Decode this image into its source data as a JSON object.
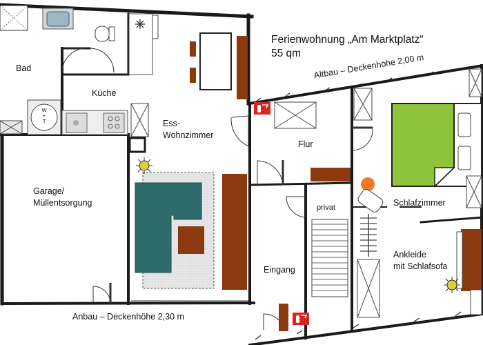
{
  "title": {
    "line1": "Ferienwohnung „Am Marktplatz“",
    "line2": "55 qm"
  },
  "height_notes": {
    "altbau": "Altbau – Deckenhöhe 2,00 m",
    "anbau": "Anbau – Deckenhöhe 2,30 m"
  },
  "rooms": {
    "bad": "Bad",
    "kueche": "Küche",
    "ess_line1": "Ess-",
    "ess_line2": "Wohnzimmer",
    "garage_line1": "Garage/",
    "garage_line2": "Müllentsorgung",
    "flur": "Flur",
    "privat": "privat",
    "schlafzimmer": "Schlafzimmer",
    "eingang": "Eingang",
    "ankleide_line1": "Ankleide",
    "ankleide_line2": "mit Schlafsofa"
  },
  "appliance_text": {
    "washer": "W\n+\nT"
  },
  "icons": [
    "fire-extinguisher-icon",
    "ceiling-lamp-icon",
    "freezer-snowflake-icon",
    "clothes-rack-icon"
  ],
  "colors": {
    "wall": "#1a1a1a",
    "sofa": "#2e6b6b",
    "furniture": "#8b3a0f",
    "bed": "#8fc43a",
    "rug": "#e2e2e2",
    "lamp": "#d8d23a",
    "ball": "#f07a28",
    "extinguisher": "#d7261f"
  }
}
